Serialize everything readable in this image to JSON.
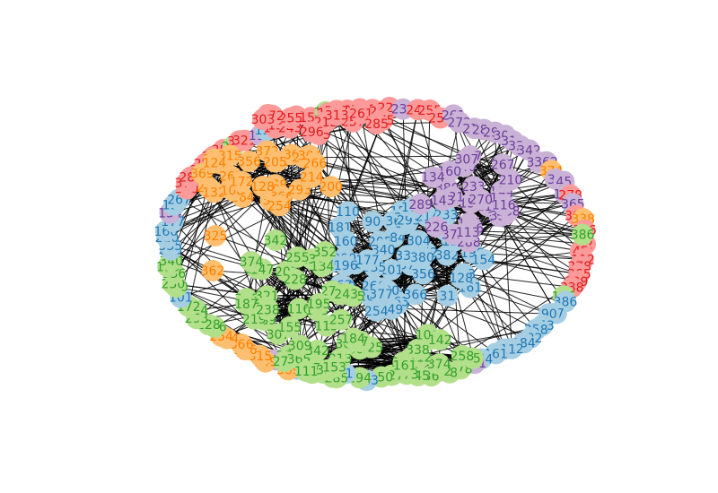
{
  "graph": {
    "type": "network-graph",
    "colors": {
      "community_blue": "#a6cee3",
      "community_green": "#b2df8a",
      "community_orange": "#fdbf6f",
      "community_red": "#fb9a99",
      "community_purple": "#cab2d6",
      "label_blue": "#1f78b4",
      "label_green": "#33a02c",
      "label_orange": "#ff7f00",
      "label_red": "#e31a1c",
      "label_purple": "#6a3d9a",
      "edge": "#000000"
    },
    "visible_node_labels": [
      "32",
      "45",
      "112",
      "278",
      "365",
      "309",
      "338",
      "106",
      "386",
      "67",
      "90",
      "153",
      "258",
      "382",
      "184",
      "142",
      "111",
      "161",
      "264",
      "181",
      "378",
      "58",
      "372",
      "36",
      "245",
      "373",
      "227",
      "150",
      "263",
      "294",
      "31",
      "304",
      "132",
      "200",
      "108",
      "369",
      "205",
      "149",
      "315",
      "356",
      "366",
      "124",
      "254",
      "266",
      "128",
      "293",
      "214",
      "172",
      "101",
      "110",
      "230",
      "336",
      "190",
      "340",
      "233",
      "335",
      "210",
      "160",
      "177",
      "154",
      "196",
      "267",
      "380",
      "377",
      "289",
      "226",
      "237",
      "268",
      "288",
      "270",
      "307",
      "321",
      "116",
      "134",
      "113",
      "143",
      "147",
      "155",
      "175",
      "187",
      "195",
      "207",
      "212",
      "219",
      "228",
      "238",
      "243",
      "255",
      "257",
      "261",
      "272",
      "275",
      "285",
      "296",
      "303",
      "313",
      "325",
      "342",
      "352",
      "362",
      "374"
    ]
  }
}
